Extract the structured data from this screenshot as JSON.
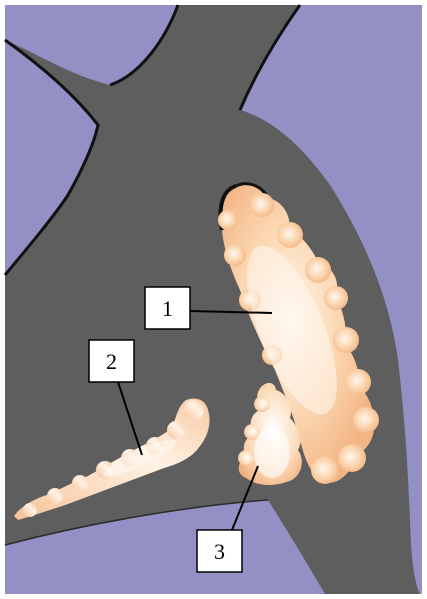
{
  "colors": {
    "background": "#9390c6",
    "vessel": "#5e5e5e",
    "outline": "#111111",
    "deposit_light": "#fff7ee",
    "deposit_mid": "#fbd6b0",
    "deposit_dark": "#f2b483",
    "label_box": "#ffffff"
  },
  "labels": [
    {
      "id": "1",
      "text": "1"
    },
    {
      "id": "2",
      "text": "2"
    },
    {
      "id": "3",
      "text": "3"
    }
  ]
}
